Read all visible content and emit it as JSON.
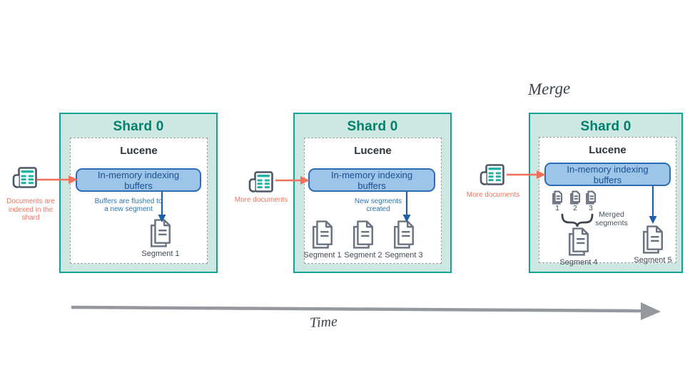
{
  "title_labels": {
    "merge": "Merge",
    "time": "Time"
  },
  "colors": {
    "panel_bg": "#cde8e1",
    "panel_border": "#10a396",
    "shard_title": "#00806d",
    "buffer_fill": "#9cc5e9",
    "buffer_border": "#2e6db4",
    "buffer_text": "#1b4f91",
    "caption_blue": "#2e75b6",
    "flush_arrow_blue": "#1e5fa9",
    "accent_red": "#f3735f",
    "segment_icon_gray": "#6b7380",
    "newspaper_bars_teal": "#1db3a5",
    "time_axis_gray": "#95989c"
  },
  "icons": {
    "doc_source": "newspaper-icon",
    "segment": "document-pages-icon",
    "merge_brace": "curly-brace-icon"
  },
  "doc_sources": [
    {
      "label": "Documents are indexed in the shard"
    },
    {
      "label": "More documents"
    },
    {
      "label": "More documents"
    }
  ],
  "panels": [
    {
      "title": "Shard 0",
      "engine_title": "Lucene",
      "buffer_label": "In-memory indexing buffers",
      "caption": "Buffers are flushed to a new segment",
      "segments": [
        "Segment 1"
      ]
    },
    {
      "title": "Shard 0",
      "engine_title": "Lucene",
      "buffer_label": "In-memory indexing buffers",
      "caption": "New segments created",
      "segments": [
        "Segment 1",
        "Segment 2",
        "Segment 3"
      ]
    },
    {
      "title": "Shard 0",
      "engine_title": "Lucene",
      "buffer_label": "In-memory indexing buffers",
      "mini_segments": [
        "1",
        "2",
        "3"
      ],
      "merged_note": "Merged segments",
      "segments": [
        "Segment 4",
        "Segment 5"
      ]
    }
  ]
}
